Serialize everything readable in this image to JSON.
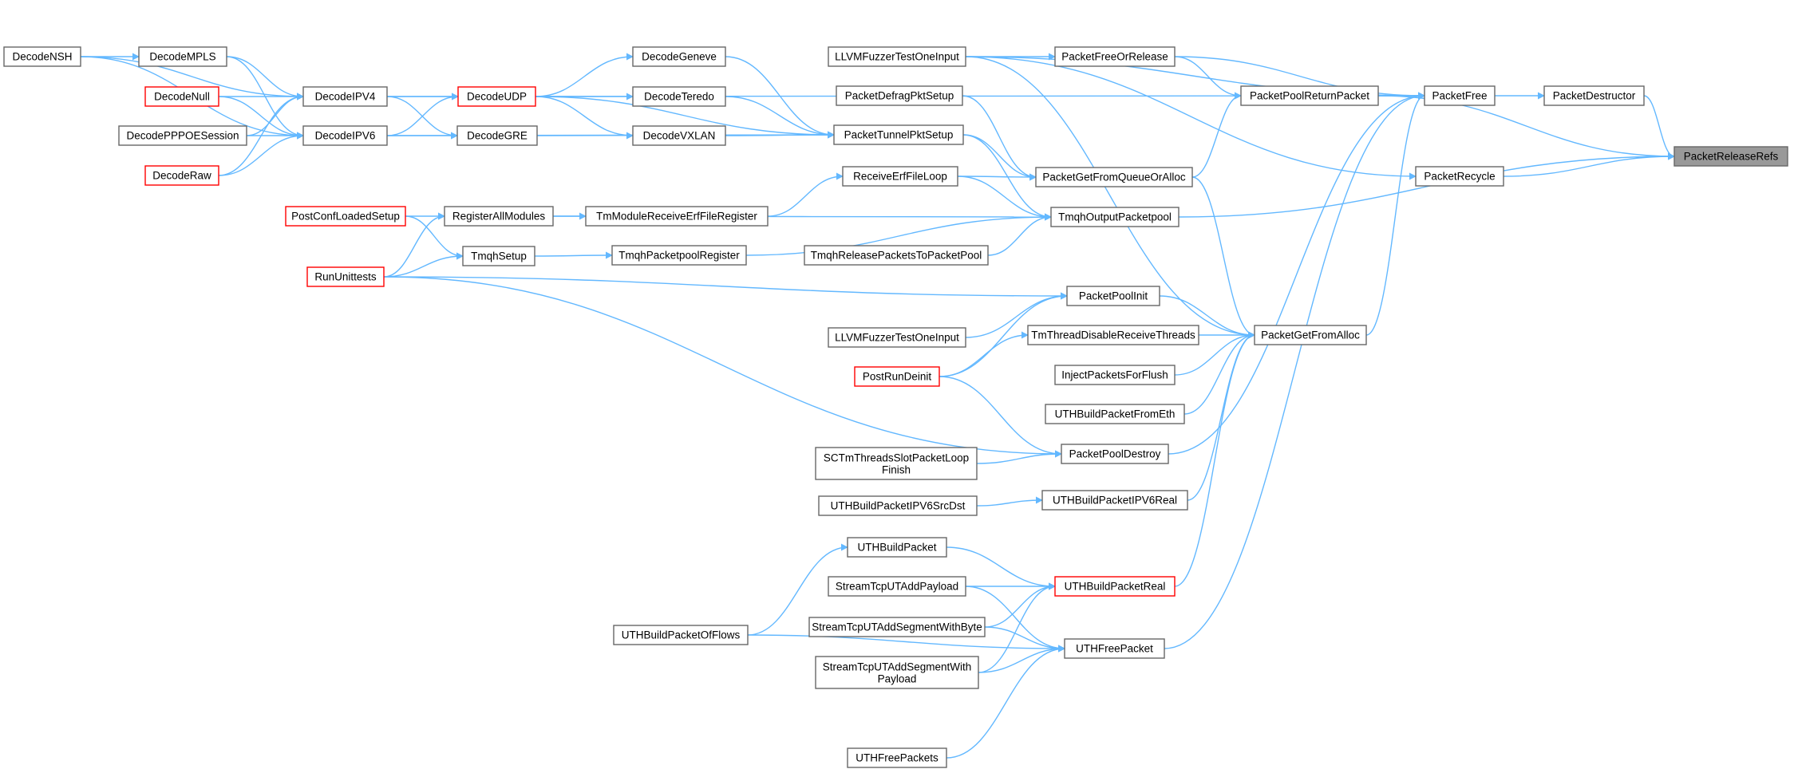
{
  "nodes": [
    {
      "id": "PacketReleaseRefs",
      "label": "PacketReleaseRefs",
      "type": "root"
    },
    {
      "id": "PacketDestructor",
      "label": "PacketDestructor",
      "type": "normal"
    },
    {
      "id": "PacketFree",
      "label": "PacketFree",
      "type": "normal"
    },
    {
      "id": "PacketPoolReturnPacket",
      "label": "PacketPoolReturnPacket",
      "type": "normal"
    },
    {
      "id": "PacketFreeOrRelease",
      "label": "PacketFreeOrRelease",
      "type": "normal"
    },
    {
      "id": "LLVMFuzzerTestOneInput1",
      "label": "LLVMFuzzerTestOneInput",
      "type": "normal"
    },
    {
      "id": "PacketDefragPktSetup",
      "label": "PacketDefragPktSetup",
      "type": "normal"
    },
    {
      "id": "PacketTunnelPktSetup",
      "label": "PacketTunnelPktSetup",
      "type": "normal"
    },
    {
      "id": "PacketGetFromQueueOrAlloc",
      "label": "PacketGetFromQueueOrAlloc",
      "type": "normal"
    },
    {
      "id": "ReceiveErfFileLoop",
      "label": "ReceiveErfFileLoop",
      "type": "normal"
    },
    {
      "id": "TmqhOutputPacketpool",
      "label": "TmqhOutputPacketpool",
      "type": "normal"
    },
    {
      "id": "TmqhReleasePacketsToPacketPool",
      "label": "TmqhReleasePacketsToPacketPool",
      "type": "normal"
    },
    {
      "id": "TmqhPacketpoolRegister",
      "label": "TmqhPacketpoolRegister",
      "type": "normal"
    },
    {
      "id": "TmModuleReceiveErfFileRegister",
      "label": "TmModuleReceiveErfFileRegister",
      "type": "normal"
    },
    {
      "id": "RegisterAllModules",
      "label": "RegisterAllModules",
      "type": "normal"
    },
    {
      "id": "TmqhSetup",
      "label": "TmqhSetup",
      "type": "normal"
    },
    {
      "id": "PostConfLoadedSetup",
      "label": "PostConfLoadedSetup",
      "type": "red"
    },
    {
      "id": "RunUnittests",
      "label": "RunUnittests",
      "type": "red"
    },
    {
      "id": "DecodeNSH",
      "label": "DecodeNSH",
      "type": "normal"
    },
    {
      "id": "DecodeMPLS",
      "label": "DecodeMPLS",
      "type": "normal"
    },
    {
      "id": "DecodeNull",
      "label": "DecodeNull",
      "type": "red"
    },
    {
      "id": "DecodePPPOESession",
      "label": "DecodePPPOESession",
      "type": "normal"
    },
    {
      "id": "DecodeRaw",
      "label": "DecodeRaw",
      "type": "red"
    },
    {
      "id": "DecodeIPV4",
      "label": "DecodeIPV4",
      "type": "normal"
    },
    {
      "id": "DecodeIPV6",
      "label": "DecodeIPV6",
      "type": "normal"
    },
    {
      "id": "DecodeUDP",
      "label": "DecodeUDP",
      "type": "red"
    },
    {
      "id": "DecodeGRE",
      "label": "DecodeGRE",
      "type": "normal"
    },
    {
      "id": "DecodeGeneve",
      "label": "DecodeGeneve",
      "type": "normal"
    },
    {
      "id": "DecodeTeredo",
      "label": "DecodeTeredo",
      "type": "normal"
    },
    {
      "id": "DecodeVXLAN",
      "label": "DecodeVXLAN",
      "type": "normal"
    },
    {
      "id": "PacketRecycle",
      "label": "PacketRecycle",
      "type": "normal"
    },
    {
      "id": "PacketPoolInit",
      "label": "PacketPoolInit",
      "type": "normal"
    },
    {
      "id": "LLVMFuzzerTestOneInput2",
      "label": "LLVMFuzzerTestOneInput",
      "type": "normal"
    },
    {
      "id": "PostRunDeinit",
      "label": "PostRunDeinit",
      "type": "red"
    },
    {
      "id": "TmThreadDisableReceiveThreads",
      "label": "TmThreadDisableReceiveThreads",
      "type": "normal"
    },
    {
      "id": "PacketGetFromAlloc",
      "label": "PacketGetFromAlloc",
      "type": "normal"
    },
    {
      "id": "InjectPacketsForFlush",
      "label": "InjectPacketsForFlush",
      "type": "normal"
    },
    {
      "id": "UTHBuildPacketFromEth",
      "label": "UTHBuildPacketFromEth",
      "type": "normal"
    },
    {
      "id": "PacketPoolDestroy",
      "label": "PacketPoolDestroy",
      "type": "normal"
    },
    {
      "id": "SCTmThreadsSlotPacketLoopFinish",
      "label": "SCTmThreadsSlotPacketLoop\nFinish",
      "type": "normal"
    },
    {
      "id": "UTHBuildPacketIPV6Real",
      "label": "UTHBuildPacketIPV6Real",
      "type": "normal"
    },
    {
      "id": "UTHBuildPacketIPV6SrcDst",
      "label": "UTHBuildPacketIPV6SrcDst",
      "type": "normal"
    },
    {
      "id": "UTHBuildPacket",
      "label": "UTHBuildPacket",
      "type": "normal"
    },
    {
      "id": "UTHBuildPacketReal",
      "label": "UTHBuildPacketReal",
      "type": "red"
    },
    {
      "id": "StreamTcpUTAddPayload",
      "label": "StreamTcpUTAddPayload",
      "type": "normal"
    },
    {
      "id": "StreamTcpUTAddSegmentWithByte",
      "label": "StreamTcpUTAddSegmentWithByte",
      "type": "normal"
    },
    {
      "id": "StreamTcpUTAddSegmentWithPayload",
      "label": "StreamTcpUTAddSegmentWith\nPayload",
      "type": "normal"
    },
    {
      "id": "UTHFreePacket",
      "label": "UTHFreePacket",
      "type": "normal"
    },
    {
      "id": "UTHBuildPacketOfFlows",
      "label": "UTHBuildPacketOfFlows",
      "type": "normal"
    },
    {
      "id": "UTHFreePackets",
      "label": "UTHFreePackets",
      "type": "normal"
    }
  ],
  "edges": [
    [
      "PacketDestructor",
      "PacketReleaseRefs"
    ],
    [
      "PacketPoolReturnPacket",
      "PacketReleaseRefs"
    ],
    [
      "PacketRecycle",
      "PacketReleaseRefs"
    ],
    [
      "TmqhOutputPacketpool",
      "PacketReleaseRefs"
    ],
    [
      "PacketFree",
      "PacketDestructor"
    ],
    [
      "PacketPoolReturnPacket",
      "PacketFree"
    ],
    [
      "PacketFreeOrRelease",
      "PacketFree"
    ],
    [
      "LLVMFuzzerTestOneInput1",
      "PacketFree"
    ],
    [
      "DecodeIPV4",
      "PacketFree"
    ],
    [
      "PacketGetFromAlloc",
      "PacketFree"
    ],
    [
      "UTHFreePacket",
      "PacketFree"
    ],
    [
      "PacketPoolDestroy",
      "PacketFree"
    ],
    [
      "PacketFreeOrRelease",
      "PacketPoolReturnPacket"
    ],
    [
      "PacketGetFromQueueOrAlloc",
      "PacketPoolReturnPacket"
    ],
    [
      "LLVMFuzzerTestOneInput1",
      "PacketFreeOrRelease"
    ],
    [
      "LLVMFuzzerTestOneInput1",
      "PacketRecycle"
    ],
    [
      "PacketDefragPktSetup",
      "PacketGetFromQueueOrAlloc"
    ],
    [
      "PacketTunnelPktSetup",
      "PacketGetFromQueueOrAlloc"
    ],
    [
      "ReceiveErfFileLoop",
      "PacketGetFromQueueOrAlloc"
    ],
    [
      "LLVMFuzzerTestOneInput1",
      "PacketGetFromAlloc"
    ],
    [
      "PacketGetFromQueueOrAlloc",
      "PacketGetFromAlloc"
    ],
    [
      "PacketPoolInit",
      "PacketGetFromAlloc"
    ],
    [
      "TmThreadDisableReceiveThreads",
      "PacketGetFromAlloc"
    ],
    [
      "InjectPacketsForFlush",
      "PacketGetFromAlloc"
    ],
    [
      "UTHBuildPacketFromEth",
      "PacketGetFromAlloc"
    ],
    [
      "UTHBuildPacketIPV6Real",
      "PacketGetFromAlloc"
    ],
    [
      "UTHBuildPacketReal",
      "PacketGetFromAlloc"
    ],
    [
      "PacketTunnelPktSetup",
      "TmqhOutputPacketpool"
    ],
    [
      "ReceiveErfFileLoop",
      "TmqhOutputPacketpool"
    ],
    [
      "TmqhPacketpoolRegister",
      "TmqhOutputPacketpool"
    ],
    [
      "TmqhReleasePacketsToPacketPool",
      "TmqhOutputPacketpool"
    ],
    [
      "RegisterAllModules",
      "TmqhOutputPacketpool"
    ],
    [
      "TmModuleReceiveErfFileRegister",
      "ReceiveErfFileLoop"
    ],
    [
      "RegisterAllModules",
      "TmModuleReceiveErfFileRegister"
    ],
    [
      "TmqhSetup",
      "TmqhPacketpoolRegister"
    ],
    [
      "PostConfLoadedSetup",
      "RegisterAllModules"
    ],
    [
      "RunUnittests",
      "RegisterAllModules"
    ],
    [
      "PostConfLoadedSetup",
      "TmqhSetup"
    ],
    [
      "RunUnittests",
      "TmqhSetup"
    ],
    [
      "DecodeGeneve",
      "PacketTunnelPktSetup"
    ],
    [
      "DecodeTeredo",
      "PacketTunnelPktSetup"
    ],
    [
      "DecodeVXLAN",
      "PacketTunnelPktSetup"
    ],
    [
      "DecodeGRE",
      "PacketTunnelPktSetup"
    ],
    [
      "DecodeUDP",
      "PacketTunnelPktSetup"
    ],
    [
      "DecodeIPV6",
      "PacketTunnelPktSetup"
    ],
    [
      "DecodeUDP",
      "DecodeGeneve"
    ],
    [
      "DecodeUDP",
      "DecodeTeredo"
    ],
    [
      "DecodeUDP",
      "DecodeVXLAN"
    ],
    [
      "DecodeIPV4",
      "DecodeUDP"
    ],
    [
      "DecodeIPV6",
      "DecodeUDP"
    ],
    [
      "DecodeIPV4",
      "DecodeGRE"
    ],
    [
      "DecodeIPV6",
      "DecodeGRE"
    ],
    [
      "DecodeNSH",
      "DecodeIPV4"
    ],
    [
      "DecodeMPLS",
      "DecodeIPV4"
    ],
    [
      "DecodeNull",
      "DecodeIPV4"
    ],
    [
      "DecodePPPOESession",
      "DecodeIPV4"
    ],
    [
      "DecodeRaw",
      "DecodeIPV4"
    ],
    [
      "DecodeNSH",
      "DecodeIPV6"
    ],
    [
      "DecodeMPLS",
      "DecodeIPV6"
    ],
    [
      "DecodeNull",
      "DecodeIPV6"
    ],
    [
      "DecodePPPOESession",
      "DecodeIPV6"
    ],
    [
      "DecodeRaw",
      "DecodeIPV6"
    ],
    [
      "DecodeNSH",
      "DecodeMPLS"
    ],
    [
      "RunUnittests",
      "PacketPoolInit"
    ],
    [
      "LLVMFuzzerTestOneInput2",
      "PacketPoolInit"
    ],
    [
      "PostRunDeinit",
      "PacketPoolInit"
    ],
    [
      "PostRunDeinit",
      "TmThreadDisableReceiveThreads"
    ],
    [
      "RunUnittests",
      "PacketPoolDestroy"
    ],
    [
      "PostRunDeinit",
      "PacketPoolDestroy"
    ],
    [
      "SCTmThreadsSlotPacketLoopFinish",
      "PacketPoolDestroy"
    ],
    [
      "UTHBuildPacketIPV6SrcDst",
      "UTHBuildPacketIPV6Real"
    ],
    [
      "UTHBuildPacket",
      "UTHBuildPacketReal"
    ],
    [
      "StreamTcpUTAddPayload",
      "UTHBuildPacketReal"
    ],
    [
      "StreamTcpUTAddSegmentWithByte",
      "UTHBuildPacketReal"
    ],
    [
      "StreamTcpUTAddSegmentWithPayload",
      "UTHBuildPacketReal"
    ],
    [
      "UTHBuildPacketOfFlows",
      "UTHBuildPacket"
    ],
    [
      "StreamTcpUTAddPayload",
      "UTHFreePacket"
    ],
    [
      "StreamTcpUTAddSegmentWithByte",
      "UTHFreePacket"
    ],
    [
      "StreamTcpUTAddSegmentWithPayload",
      "UTHFreePacket"
    ],
    [
      "UTHBuildPacketOfFlows",
      "UTHFreePacket"
    ],
    [
      "UTHFreePackets",
      "UTHFreePacket"
    ]
  ]
}
